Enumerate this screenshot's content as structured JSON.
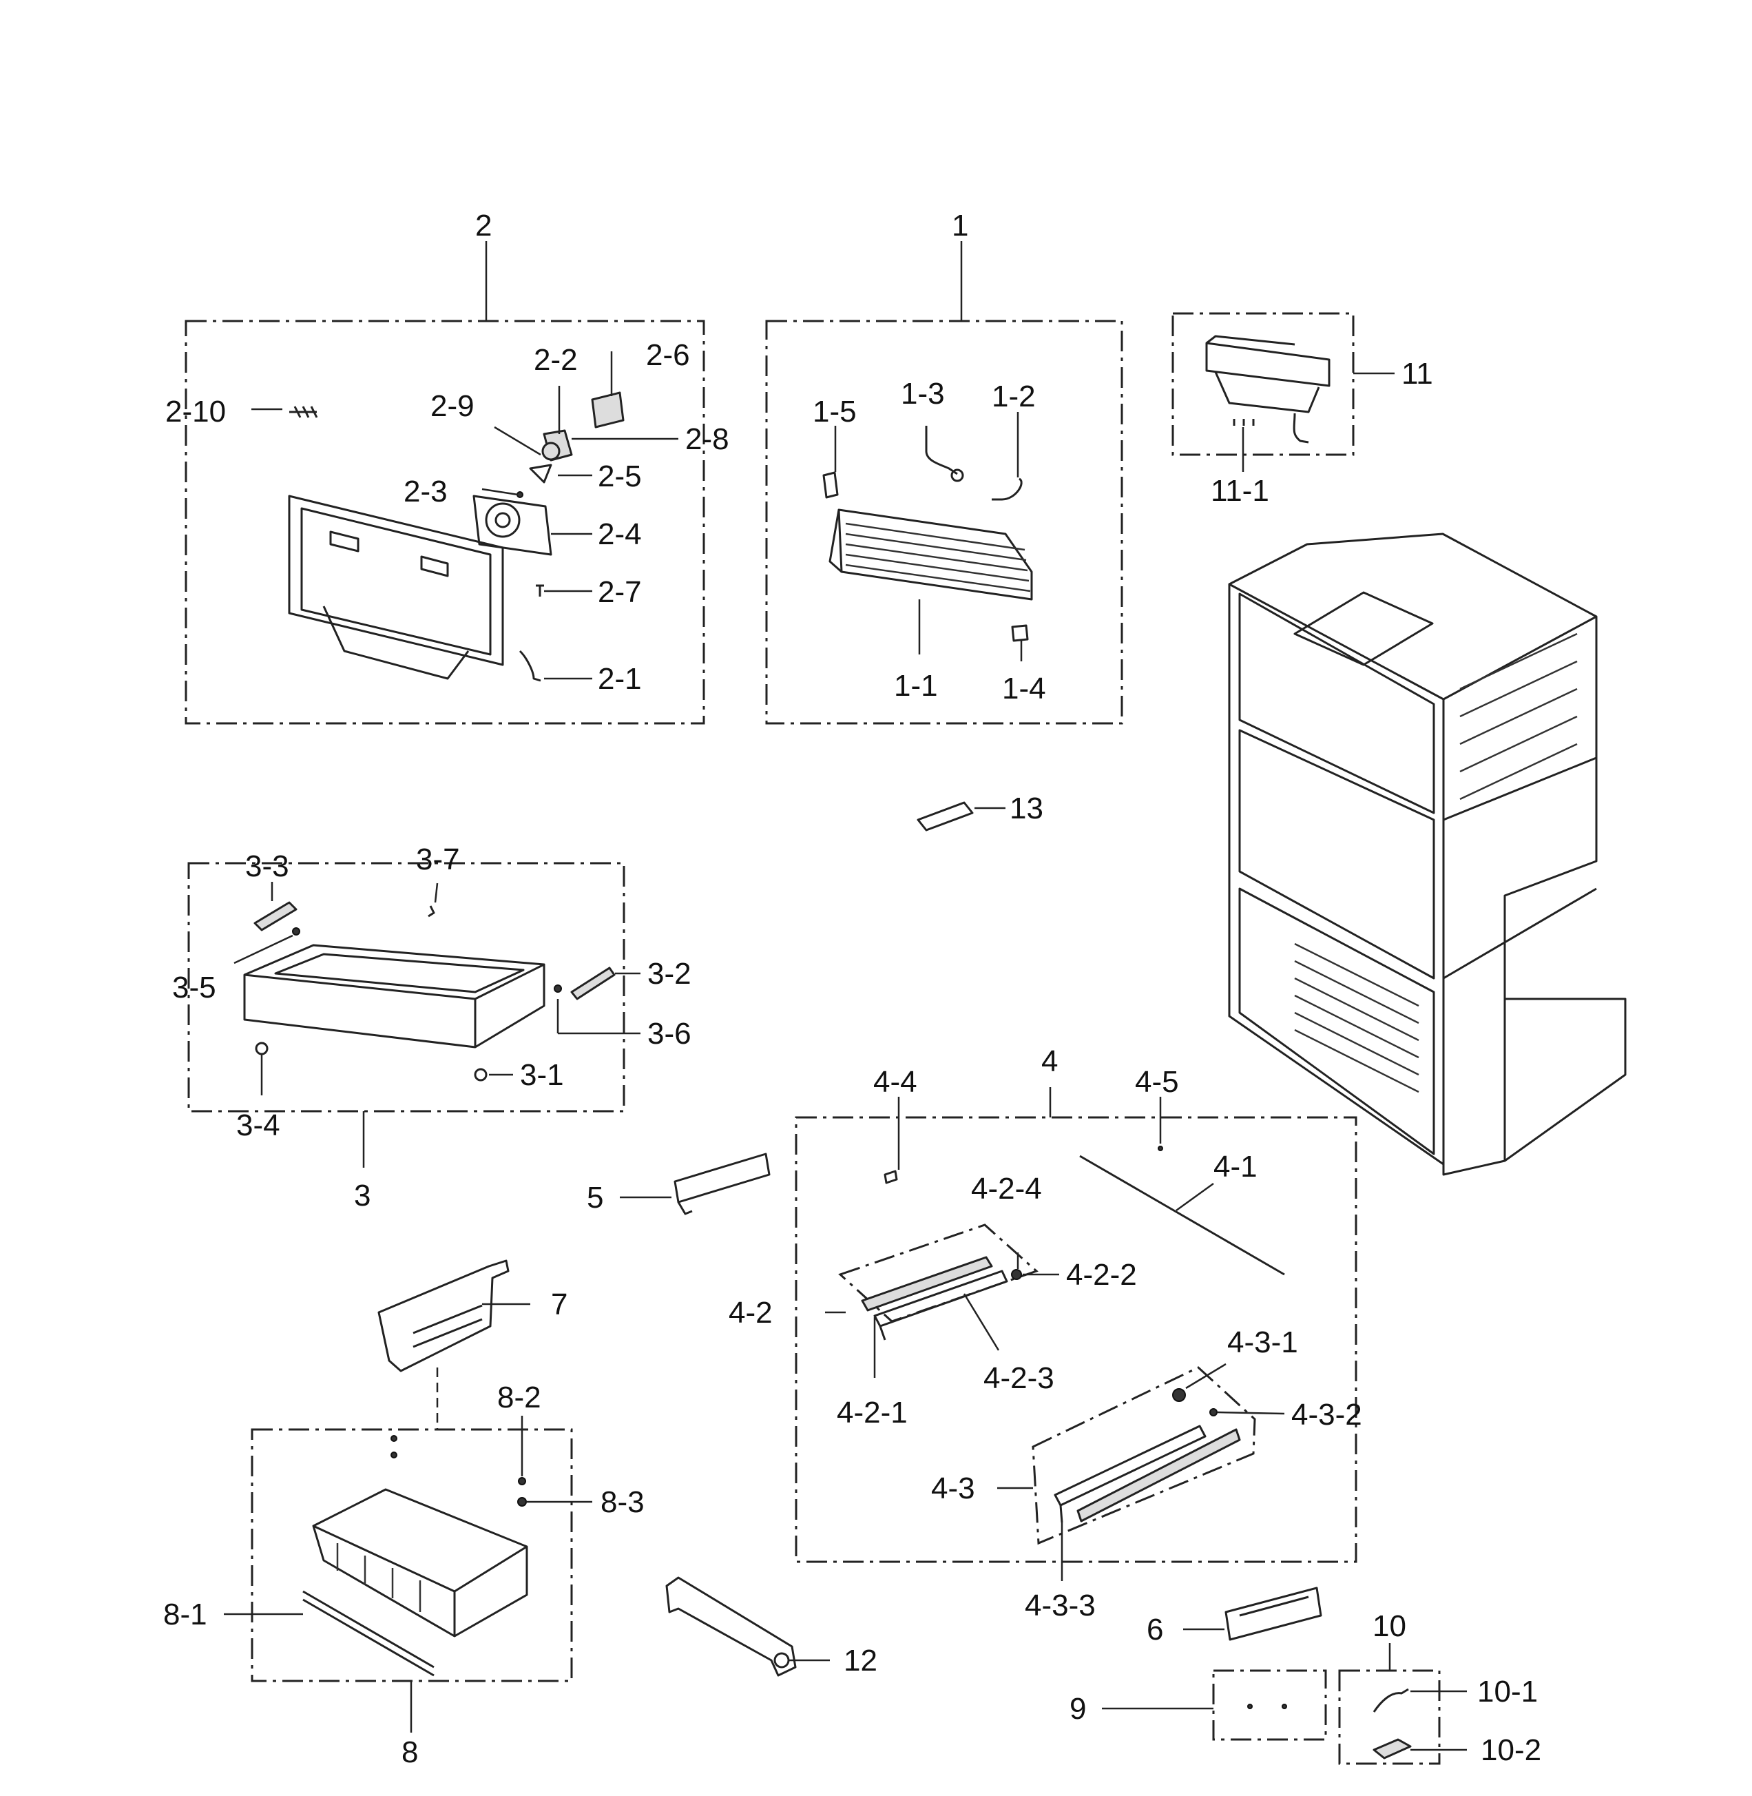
{
  "labels": {
    "g1": "1",
    "p1_1": "1-1",
    "p1_2": "1-2",
    "p1_3": "1-3",
    "p1_4": "1-4",
    "p1_5": "1-5",
    "g2": "2",
    "p2_1": "2-1",
    "p2_2": "2-2",
    "p2_3": "2-3",
    "p2_4": "2-4",
    "p2_5": "2-5",
    "p2_6": "2-6",
    "p2_7": "2-7",
    "p2_8": "2-8",
    "p2_9": "2-9",
    "p2_10": "2-10",
    "g3": "3",
    "p3_1": "3-1",
    "p3_2": "3-2",
    "p3_3": "3-3",
    "p3_4": "3-4",
    "p3_5": "3-5",
    "p3_6": "3-6",
    "p3_7": "3-7",
    "g4": "4",
    "p4_1": "4-1",
    "p4_2": "4-2",
    "p4_2_1": "4-2-1",
    "p4_2_2": "4-2-2",
    "p4_2_3": "4-2-3",
    "p4_2_4": "4-2-4",
    "p4_3": "4-3",
    "p4_3_1": "4-3-1",
    "p4_3_2": "4-3-2",
    "p4_3_3": "4-3-3",
    "p4_4": "4-4",
    "p4_5": "4-5",
    "g5": "5",
    "g6": "6",
    "g7": "7",
    "g8": "8",
    "p8_1": "8-1",
    "p8_2": "8-2",
    "p8_3": "8-3",
    "g9": "9",
    "g10": "10",
    "p10_1": "10-1",
    "p10_2": "10-2",
    "g11": "11",
    "p11_1": "11-1",
    "g12": "12",
    "g13": "13"
  }
}
